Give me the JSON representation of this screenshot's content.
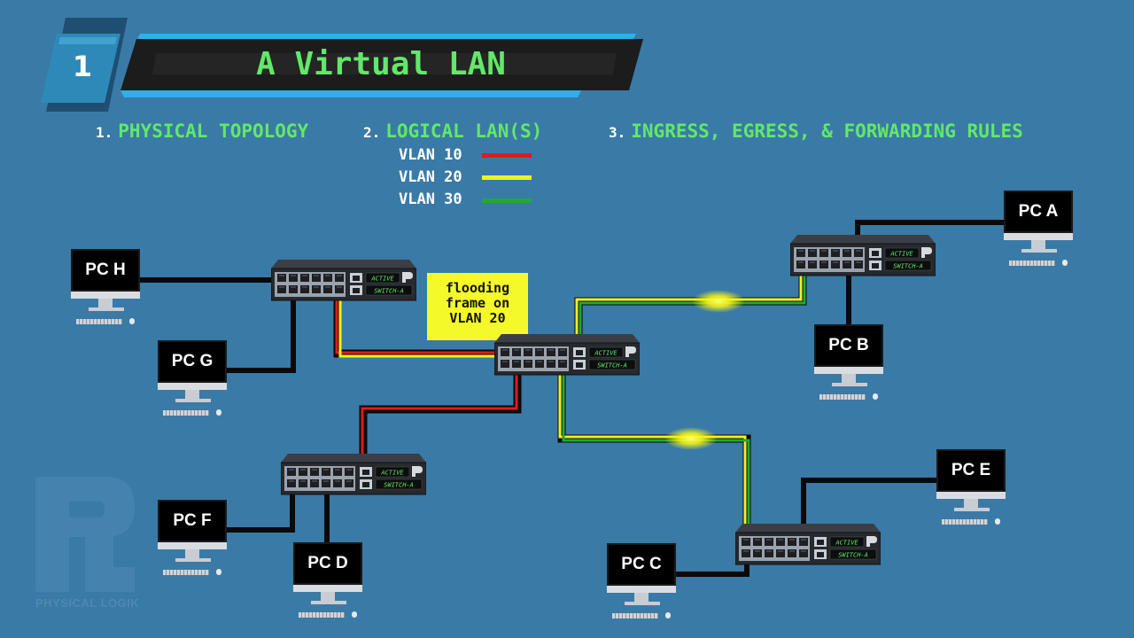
{
  "header": {
    "number": "1",
    "title": "A Virtual LAN"
  },
  "steps": [
    {
      "num": "1.",
      "label": "PHYSICAL TOPOLOGY"
    },
    {
      "num": "2.",
      "label": "LOGICAL LAN(S)"
    },
    {
      "num": "3.",
      "label": "INGRESS, EGRESS, & FORWARDING RULES"
    }
  ],
  "legend": [
    {
      "label": "VLAN 10",
      "color": "#e01b1b"
    },
    {
      "label": "VLAN 20",
      "color": "#f2f21a"
    },
    {
      "label": "VLAN 30",
      "color": "#22a83a"
    }
  ],
  "callout": {
    "line1": "flooding",
    "line2": "frame on",
    "line3": "VLAN 20"
  },
  "switch_labels": {
    "status": "ACTIVE",
    "name": "SWITCH-A"
  },
  "pcs": [
    {
      "id": "pc-a",
      "label": "PC A"
    },
    {
      "id": "pc-b",
      "label": "PC B"
    },
    {
      "id": "pc-c",
      "label": "PC C"
    },
    {
      "id": "pc-d",
      "label": "PC D"
    },
    {
      "id": "pc-e",
      "label": "PC E"
    },
    {
      "id": "pc-f",
      "label": "PC F"
    },
    {
      "id": "pc-g",
      "label": "PC G"
    },
    {
      "id": "pc-h",
      "label": "PC H"
    }
  ],
  "watermark": {
    "text": "PHYSICAL LOGIK"
  },
  "colors": {
    "background": "#3a7aa6",
    "title_green": "#62e86a",
    "cable": "#0a0a0a",
    "callout": "#f4f92a"
  }
}
